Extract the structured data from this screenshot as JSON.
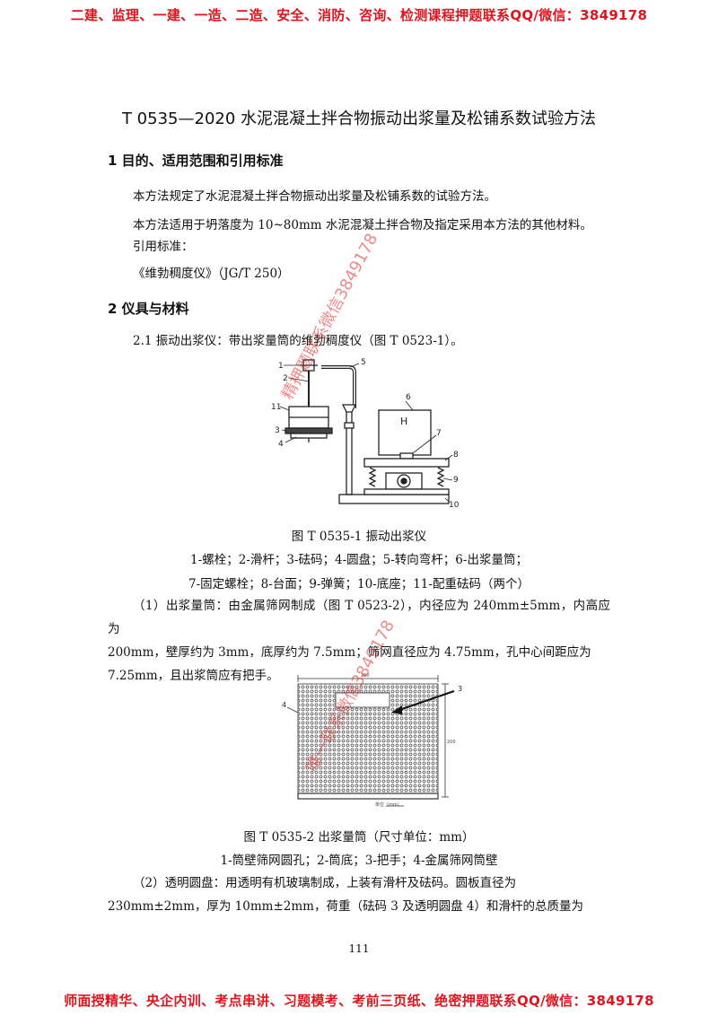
{
  "banner": {
    "top": "二建、监理、一建、一造、二造、安全、消防、咨询、检测课程押题联系QQ/微信：3849178",
    "bottom": "师面授精华、央企内训、考点串讲、习题模考、考前三页纸、绝密押题联系QQ/微信：3849178"
  },
  "doc": {
    "title": "T 0535—2020  水泥混凝土拌合物振动出浆量及松铺系数试验方法",
    "sec1": {
      "heading": "1  目的、适用范围和引用标准",
      "p1": "本方法规定了水泥混凝土拌合物振动出浆量及松铺系数的试验方法。",
      "p2": "本方法适用于坍落度为 10~80mm 水泥混凝土拌合物及指定采用本方法的其他材料。",
      "p3": "引用标准：",
      "p4": "《维勃稠度仪》（JG/T 250）"
    },
    "sec2": {
      "heading": "2  仪具与材料",
      "p1": "2.1  振动出浆仪：带出浆量筒的维勃稠度仪（图 T 0523-1）。"
    },
    "fig1": {
      "caption": "图 T 0535-1  振动出浆仪",
      "legend1": "1-螺栓；2-滑杆；3-砝码；4-圆盘；5-转向弯杆；6-出浆量筒；",
      "legend2": "7-固定螺栓；8-台面；9-弹簧；10-底座；11-配重砝码（两个）",
      "labels": [
        "1",
        "2",
        "11",
        "3",
        "4",
        "5",
        "6",
        "7",
        "8",
        "9",
        "10"
      ]
    },
    "item1": {
      "line1": "（1）出浆量筒：由金属筛网制成（图 T 0523-2），内径应为 240mm±5mm，内高应为",
      "line2": "200mm，壁厚约为 3mm，底厚约为 7.5mm；筛网直径应为 4.75mm，孔中心间距应为",
      "line3": "7.25mm，且出浆筒应有把手。"
    },
    "fig2": {
      "caption": "图 T 0535-2  出浆量筒（尺寸单位：mm）",
      "legend": "1-筒壁筛网圆孔；2-筒底；3-把手；4-金属筛网筒壁",
      "label3": "3",
      "label4": "4"
    },
    "item2": {
      "line1": "（2）透明圆盘：用透明有机玻璃制成，上装有滑杆及砝码。圆板直径为",
      "line2": "230mm±2mm，厚为 10mm±2mm，荷重（砝码 3 及透明圆盘 4）和滑杆的总质量为"
    },
    "page_number": "111"
  },
  "watermarks": {
    "w1": "精押题联系微信3849178",
    "w2": "唯一联系微信3849178"
  },
  "colors": {
    "banner": "#e0141e",
    "watermark": "#e02828"
  }
}
